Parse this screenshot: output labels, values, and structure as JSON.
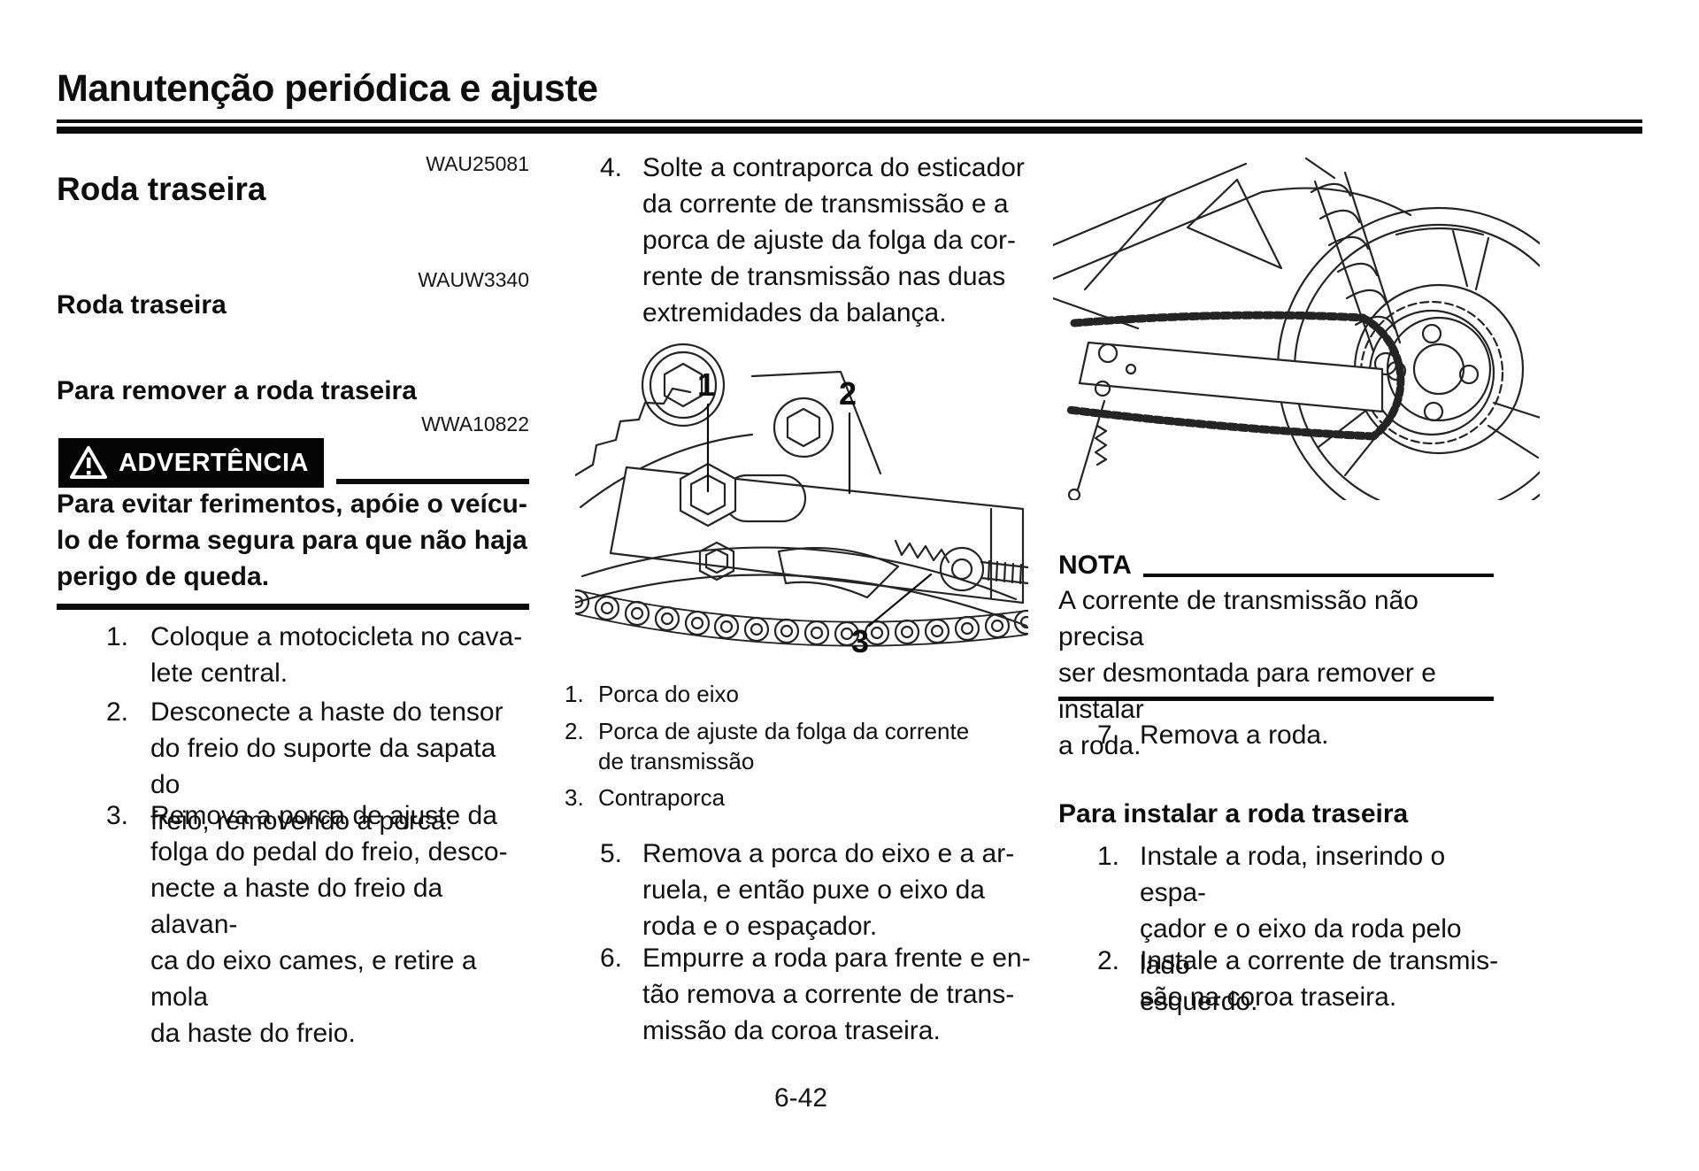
{
  "page": {
    "title": "Manutenção periódica e ajuste",
    "page_number": "6-42"
  },
  "left": {
    "code_top": "WAU25081",
    "section_heading": "Roda traseira",
    "code_mid": "WAUW3340",
    "sub_heading": "Roda traseira",
    "remove_heading": "Para remover a roda traseira",
    "warning_code": "WWA10822",
    "warning_label": "ADVERTÊNCIA",
    "warning_icon": "warning-triangle",
    "warning_lines": [
      "Para evitar ferimentos, apóie o veícu-",
      "lo de forma segura para que não haja",
      "perigo de queda."
    ],
    "steps": [
      {
        "num": "1.",
        "lines": [
          "Coloque a motocicleta no cava-",
          "lete central."
        ]
      },
      {
        "num": "2.",
        "lines": [
          "Desconecte a haste do tensor",
          "do freio do suporte da sapata do",
          "freio, removendo a porca."
        ]
      },
      {
        "num": "3.",
        "lines": [
          "Remova a porca de ajuste da",
          "folga do pedal do freio, desco-",
          "necte a haste do freio da alavan-",
          "ca do eixo cames, e retire a mola",
          "da haste do freio."
        ]
      }
    ]
  },
  "middle": {
    "step4": {
      "num": "4.",
      "lines": [
        "Solte a contraporca do esticador",
        "da corrente de transmissão e a",
        "porca de ajuste da folga da cor-",
        "rente de transmissão nas duas",
        "extremidades da balança."
      ]
    },
    "figure": {
      "label_1": "1",
      "label_2": "2",
      "label_3": "3"
    },
    "captions": [
      {
        "num": "1.",
        "lines": [
          "Porca do eixo"
        ]
      },
      {
        "num": "2.",
        "lines": [
          "Porca de ajuste da folga da corrente",
          "de transmissão"
        ]
      },
      {
        "num": "3.",
        "lines": [
          "Contraporca"
        ]
      }
    ],
    "step5": {
      "num": "5.",
      "lines": [
        "Remova a porca do eixo e a ar-",
        "ruela, e então puxe o eixo da",
        "roda e o espaçador."
      ]
    },
    "step6": {
      "num": "6.",
      "lines": [
        "Empurre a roda para frente e en-",
        "tão remova a corrente de trans-",
        "missão da coroa traseira."
      ]
    }
  },
  "right": {
    "note_label": "NOTA",
    "note_lines": [
      "A corrente de transmissão não precisa",
      "ser desmontada para remover e instalar",
      "a roda."
    ],
    "step7": {
      "num": "7.",
      "lines": [
        "Remova a roda."
      ]
    },
    "install_heading": "Para instalar a roda traseira",
    "install_steps": [
      {
        "num": "1.",
        "lines": [
          "Instale a roda, inserindo o espa-",
          "çador e o eixo da roda pelo lado",
          "esquerdo."
        ]
      },
      {
        "num": "2.",
        "lines": [
          "Instale a corrente de transmis-",
          "são na coroa traseira."
        ]
      }
    ]
  }
}
